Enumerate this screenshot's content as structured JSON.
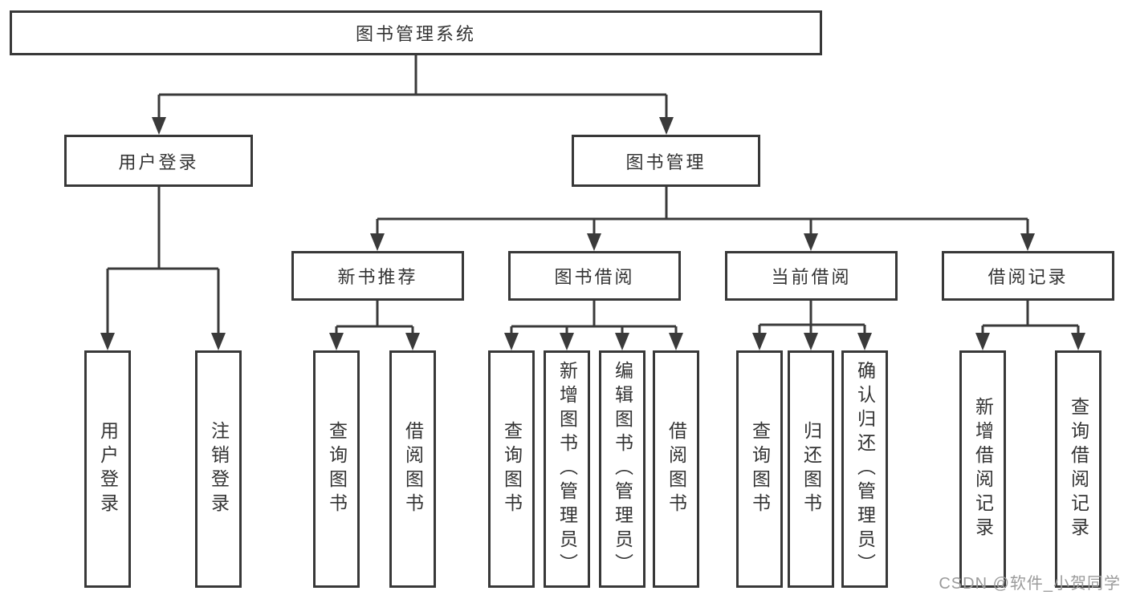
{
  "diagram": {
    "colors": {
      "line": "#3a3a3a",
      "box_border": "#383838",
      "text": "#333333",
      "watermark": "#9b9b9b",
      "background": "#ffffff"
    },
    "tree": {
      "root": {
        "label": "图书管理系统",
        "children": [
          {
            "label": "用户登录",
            "children": [
              {
                "label": "用户登录"
              },
              {
                "label": "注销登录"
              }
            ]
          },
          {
            "label": "图书管理",
            "children": [
              {
                "label": "新书推荐",
                "children": [
                  {
                    "label": "查询图书"
                  },
                  {
                    "label": "借阅图书"
                  }
                ]
              },
              {
                "label": "图书借阅",
                "children": [
                  {
                    "label": "查询图书"
                  },
                  {
                    "label": "新增图书（管理员）"
                  },
                  {
                    "label": "编辑图书（管理员）"
                  },
                  {
                    "label": "借阅图书"
                  }
                ]
              },
              {
                "label": "当前借阅",
                "children": [
                  {
                    "label": "查询图书"
                  },
                  {
                    "label": "归还图书"
                  },
                  {
                    "label": "确认归还（管理员）"
                  }
                ]
              },
              {
                "label": "借阅记录",
                "children": [
                  {
                    "label": "新增借阅记录"
                  },
                  {
                    "label": "查询借阅记录"
                  }
                ]
              }
            ]
          }
        ]
      }
    },
    "watermark": {
      "text": "CSDN @软件_小贺同学"
    }
  }
}
